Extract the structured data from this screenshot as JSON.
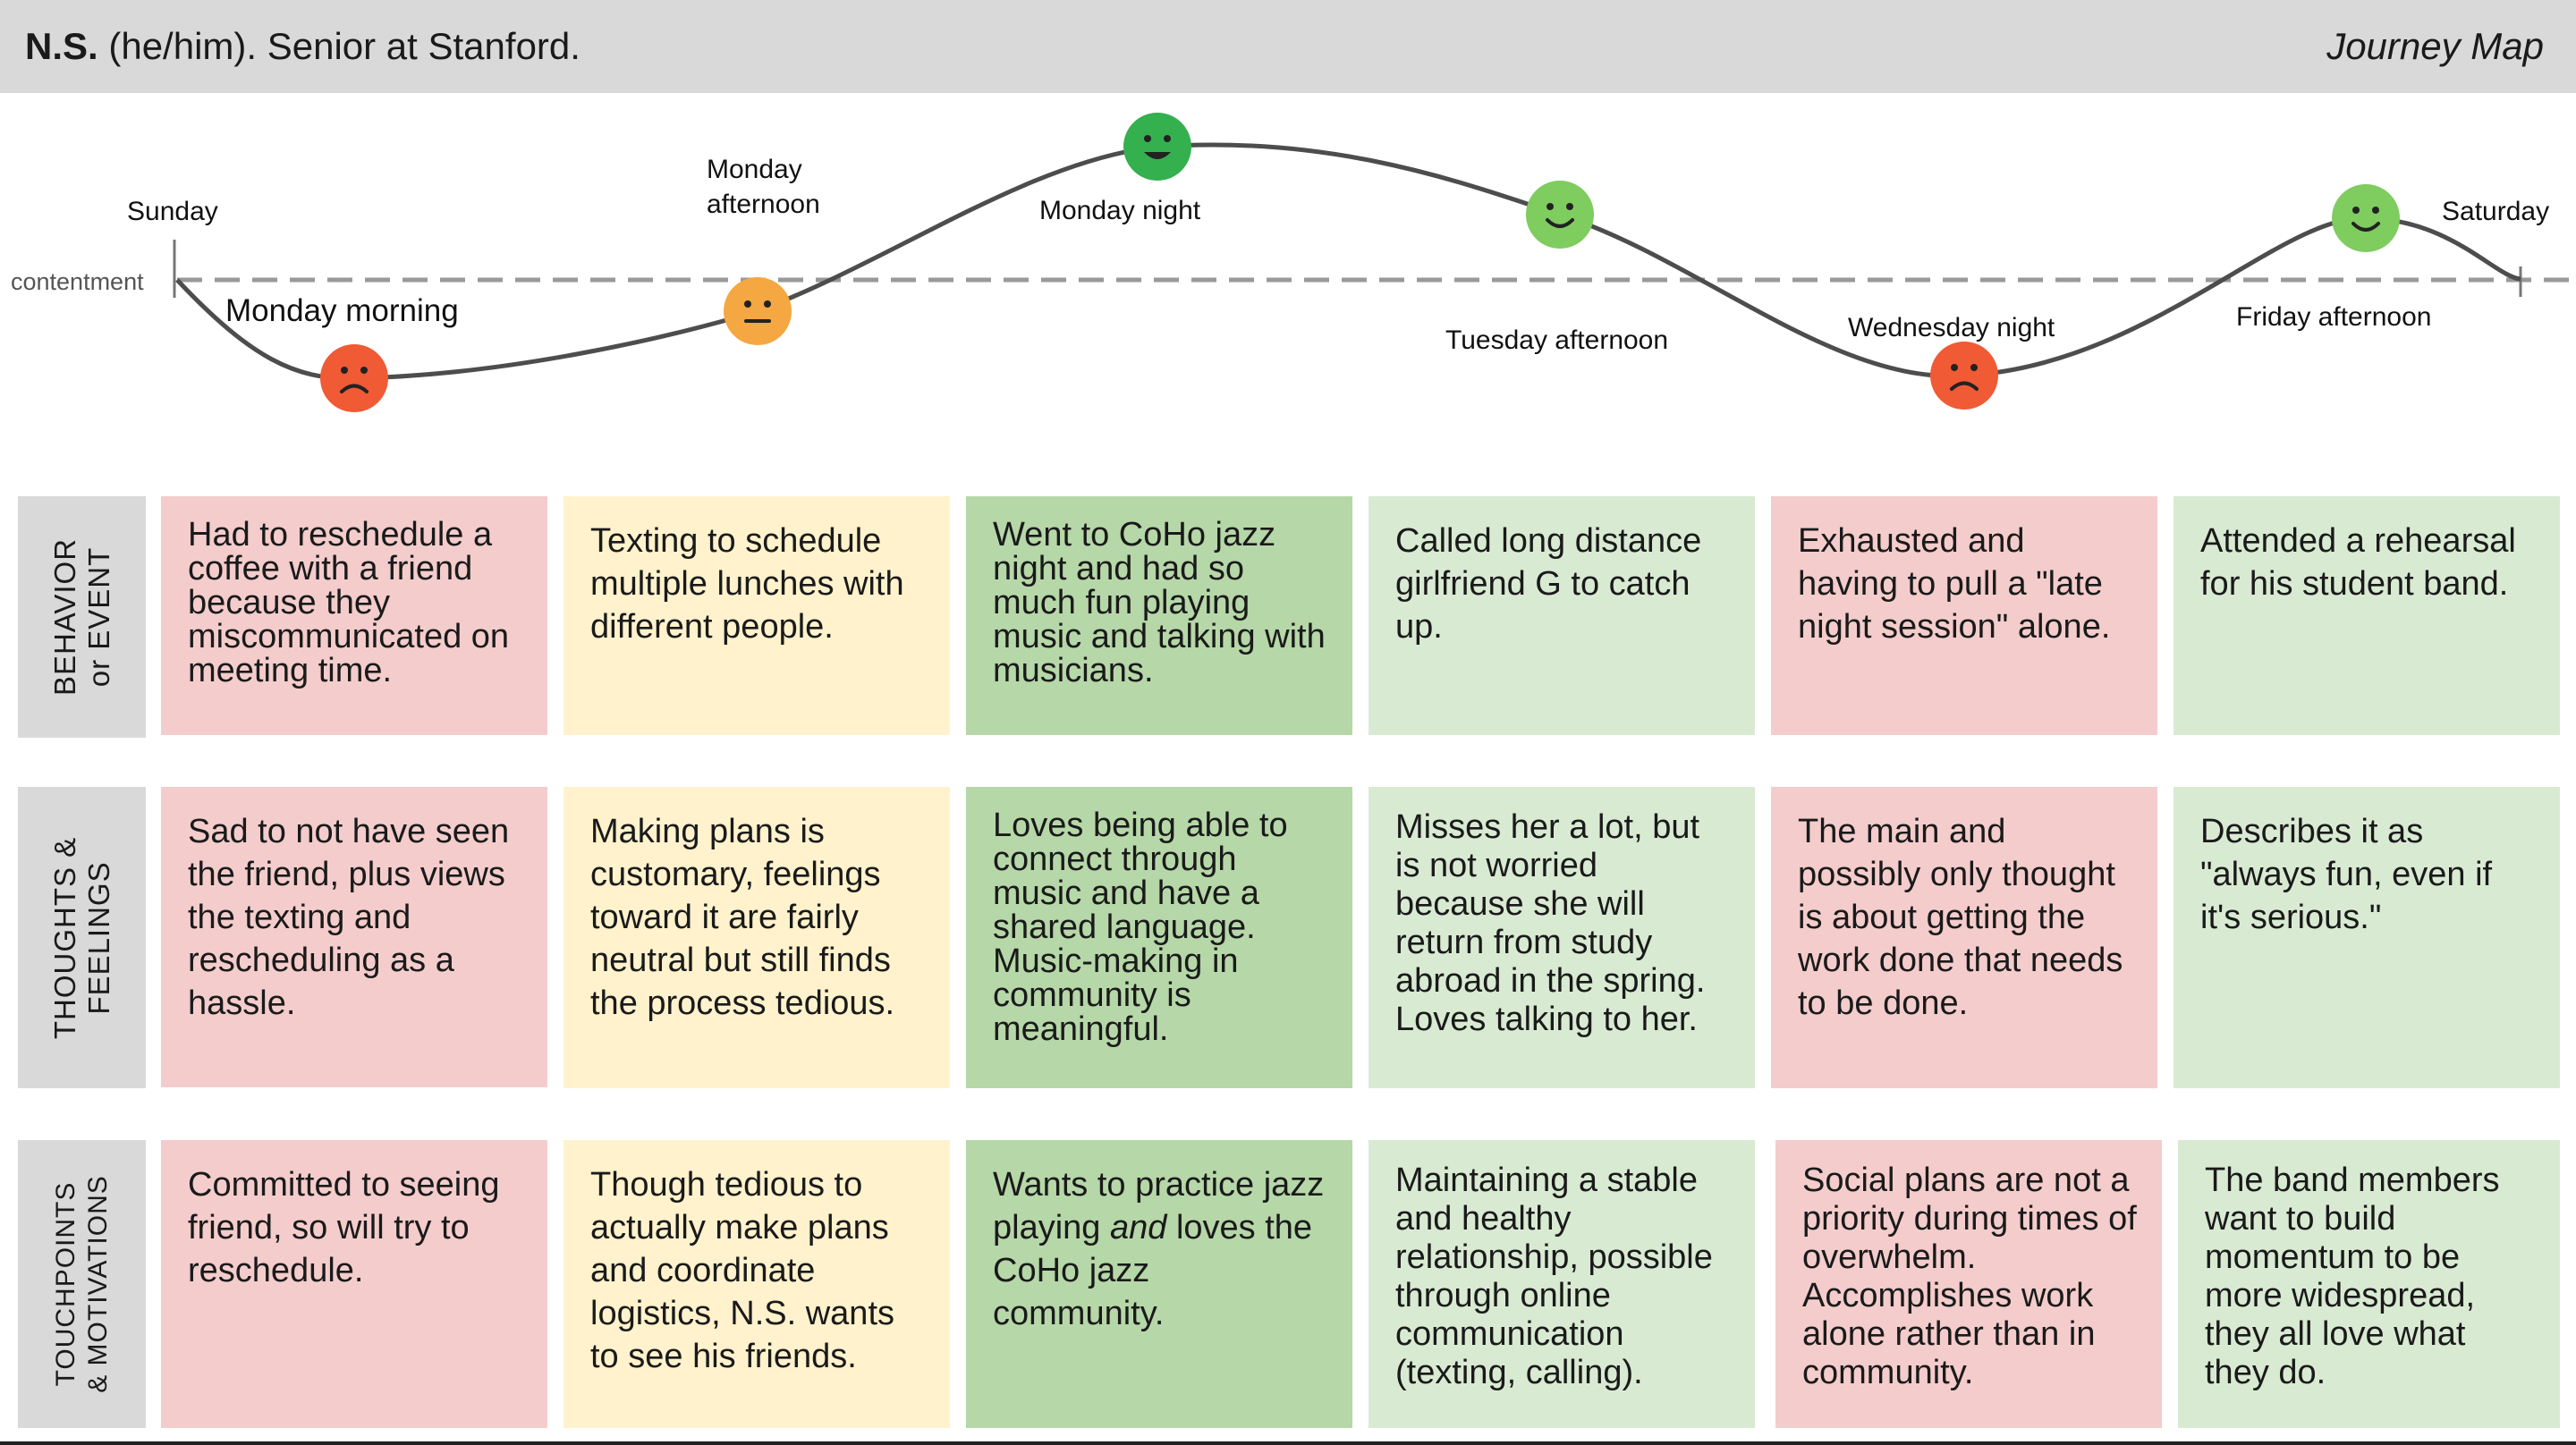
{
  "header": {
    "initials": "N.S.",
    "subtitle": " (he/him). Senior at Stanford.",
    "map_title": "Journey Map"
  },
  "curve": {
    "baseline_label": "contentment",
    "points": [
      {
        "label": "Sunday",
        "mood": "neutral-start",
        "icon": "none"
      },
      {
        "label": "Monday morning",
        "mood": "negative",
        "icon": "frown-face-icon",
        "color": "#f05a35"
      },
      {
        "label": "Monday afternoon",
        "mood": "neutral",
        "icon": "neutral-face-icon",
        "color": "#f5a742"
      },
      {
        "label": "Monday night",
        "mood": "very-positive",
        "icon": "big-smile-face-icon",
        "color": "#34b04f"
      },
      {
        "label": "Tuesday afternoon",
        "mood": "positive",
        "icon": "smile-face-icon",
        "color": "#7fcc5f"
      },
      {
        "label": "Wednesday night",
        "mood": "negative",
        "icon": "frown-face-icon",
        "color": "#f05a35"
      },
      {
        "label": "Friday afternoon",
        "mood": "positive",
        "icon": "smile-face-icon",
        "color": "#7fcc5f"
      },
      {
        "label": "Saturday",
        "mood": "neutral-end",
        "icon": "none"
      }
    ],
    "monday_afternoon_lines": [
      "Monday",
      "afternoon"
    ]
  },
  "rows": [
    {
      "title_lines": [
        "BEHAVIOR",
        "or EVENT"
      ],
      "cells": [
        "Had to reschedule a coffee with a friend because they miscommunicated on meeting time.",
        "Texting to schedule multiple lunches with different people.",
        "Went to CoHo jazz night and had so much fun playing music and talking with musicians.",
        "Called long distance girlfriend G to catch up.",
        "Exhausted and having to pull a \"late night session\" alone.",
        "Attended a rehearsal for his student band."
      ]
    },
    {
      "title_lines": [
        "THOUGHTS &",
        "FEELINGS"
      ],
      "cells": [
        "Sad to not have seen the friend, plus views the texting and rescheduling as a hassle.",
        "Making plans is customary, feelings toward it are fairly neutral but still finds the process tedious.",
        "Loves being able to connect through music and have a shared language. Music-making in community is meaningful.",
        "Misses her a lot, but is not worried because she will return from study abroad in the spring. Loves talking to her.",
        "The main and possibly only thought is about getting the work done that needs to be done.",
        "Describes it as \"always fun, even if it's serious.\""
      ]
    },
    {
      "title_lines": [
        "TOUCHPOINTS",
        "& MOTIVATIONS"
      ],
      "cells": [
        "Committed to seeing friend, so will try to reschedule.",
        "Though tedious to actually make plans and coordinate logistics, N.S. wants to see his friends.",
        {
          "before": "Wants to practice jazz playing ",
          "em": "and",
          "after": " loves the CoHo jazz community."
        },
        "Maintaining a stable and healthy relationship, possible through online communication (texting, calling).",
        "Social plans are not a priority during times of overwhelm. Accomplishes work alone rather than in community.",
        "The band members want to build momentum to be more widespread, they all love what they do."
      ]
    }
  ],
  "colors": {
    "negative": "#f4cccc",
    "neutral": "#fff2cc",
    "very_positive": "#b6d7a8",
    "positive": "#d9ead3",
    "row_header": "#d9d9d9",
    "header": "#d9d9d9"
  }
}
